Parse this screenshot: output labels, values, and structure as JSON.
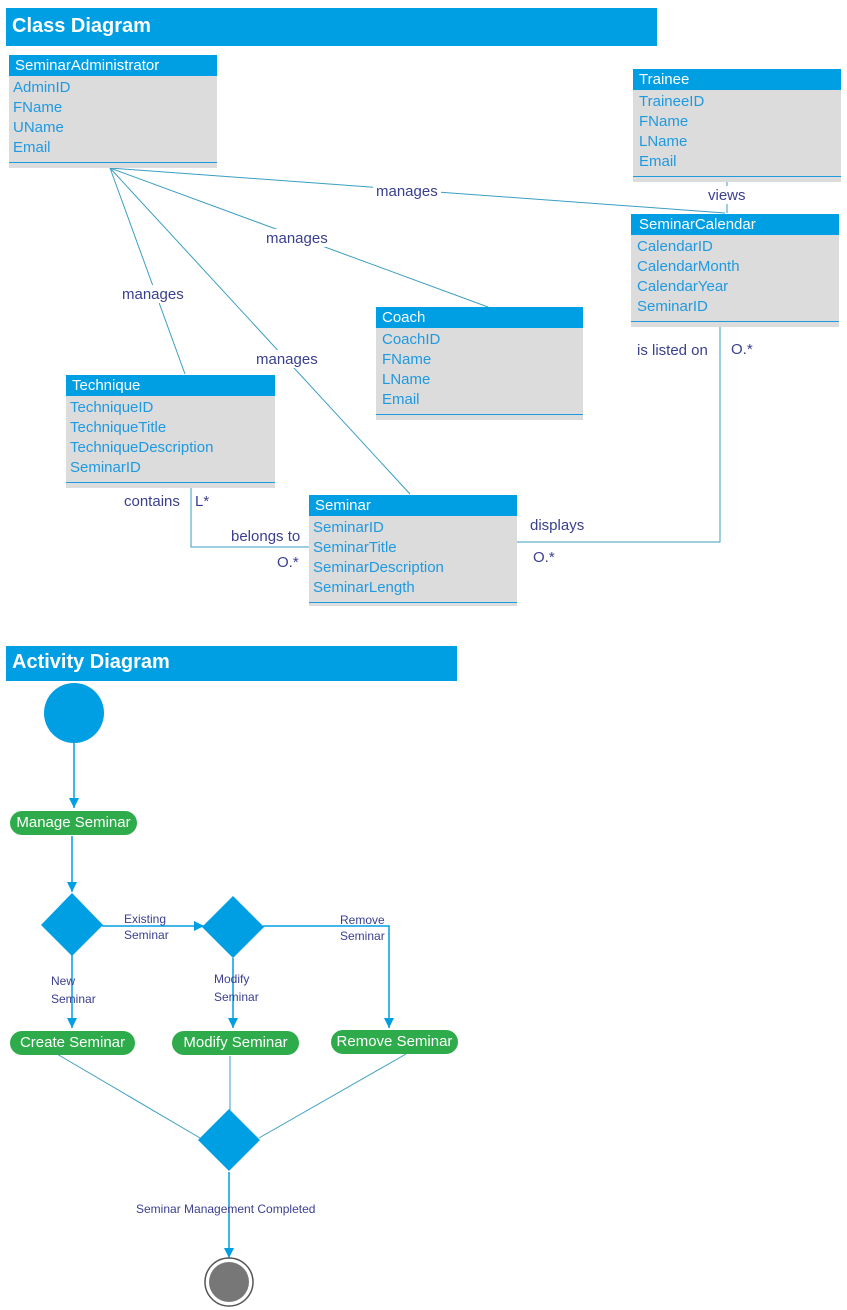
{
  "class_diagram": {
    "title": "Class Diagram",
    "classes": {
      "seminar_administrator": {
        "name": "SeminarAdministrator",
        "attributes": [
          "AdminID",
          "FName",
          "UName",
          "Email"
        ]
      },
      "trainee": {
        "name": "Trainee",
        "attributes": [
          "TraineeID",
          "FName",
          "LName",
          "Email"
        ]
      },
      "seminar_calendar": {
        "name": "SeminarCalendar",
        "attributes": [
          "CalendarID",
          "CalendarMonth",
          "CalendarYear",
          "SeminarID"
        ]
      },
      "coach": {
        "name": "Coach",
        "attributes": [
          "CoachID",
          "FName",
          "LName",
          "Email"
        ]
      },
      "technique": {
        "name": "Technique",
        "attributes": [
          "TechniqueID",
          "TechniqueTitle",
          "TechniqueDescription",
          "SeminarID"
        ]
      },
      "seminar": {
        "name": "Seminar",
        "attributes": [
          "SeminarID",
          "SeminarTitle",
          "SeminarDescription",
          "SeminarLength"
        ]
      }
    },
    "relations": {
      "admin_calendar": "manages",
      "admin_coach": "manages",
      "admin_technique": "manages",
      "admin_seminar": "manages",
      "trainee_calendar": "views",
      "calendar_listed": "is listed on",
      "calendar_mult": "O.*",
      "technique_contains": "contains",
      "technique_mult": "L*",
      "belongs_to": "belongs to",
      "seminar_mult_left": "O.*",
      "displays": "displays",
      "seminar_mult_right": "O.*"
    }
  },
  "activity_diagram": {
    "title": "Activity Diagram",
    "nodes": {
      "manage": "Manage Seminar",
      "create": "Create Seminar",
      "modify": "Modify Seminar",
      "remove": "Remove Seminar"
    },
    "labels": {
      "existing_1": "Existing",
      "existing_2": "Seminar",
      "remove_1": "Remove",
      "remove_2": "Seminar",
      "new_1": "New",
      "new_2": "Seminar",
      "modify_1": "Modify",
      "modify_2": "Seminar",
      "completed": "Seminar Management Completed"
    }
  },
  "colors": {
    "header_blue": "#009ee3",
    "attribute_blue": "#1e9ae0",
    "class_body_gray": "#dcdcdc",
    "line_teal": "#3a9ec0",
    "activity_green": "#2eab4a",
    "label_navy": "#3a3f8f",
    "final_node_gray": "#777777"
  }
}
